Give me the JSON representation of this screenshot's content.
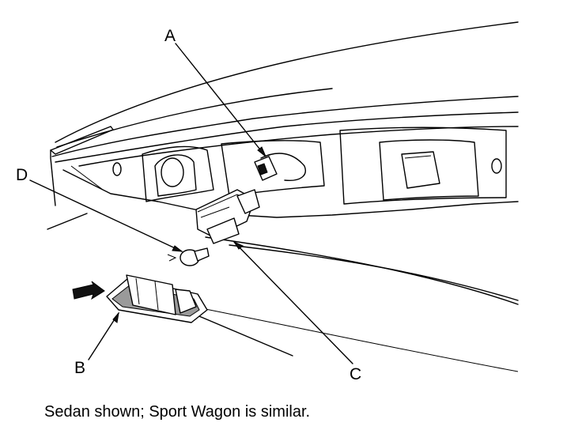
{
  "diagram": {
    "callouts": {
      "a": "A",
      "b": "B",
      "c": "C",
      "d": "D"
    },
    "caption": "Sedan shown; Sport Wagon is similar."
  }
}
